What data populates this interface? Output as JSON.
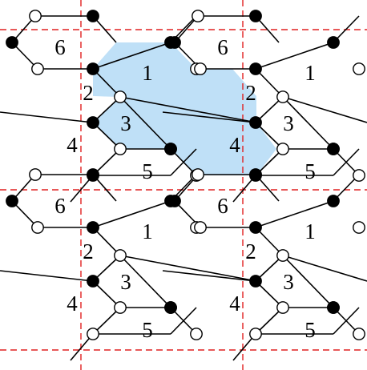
{
  "diagram": {
    "face_labels": [
      "1",
      "2",
      "3",
      "4",
      "5",
      "6"
    ],
    "colors": {
      "background": "#ffffff",
      "edge": "#000000",
      "dashed_lines": "#e02020",
      "highlight_fill": "#bfe0f7",
      "black_vertex": "#000000",
      "white_vertex": "#ffffff"
    },
    "vertex_kinds": [
      "black",
      "white"
    ],
    "tiling": {
      "rows": 2,
      "cols": 2,
      "highlighted_cell": [
        0,
        0
      ]
    }
  }
}
